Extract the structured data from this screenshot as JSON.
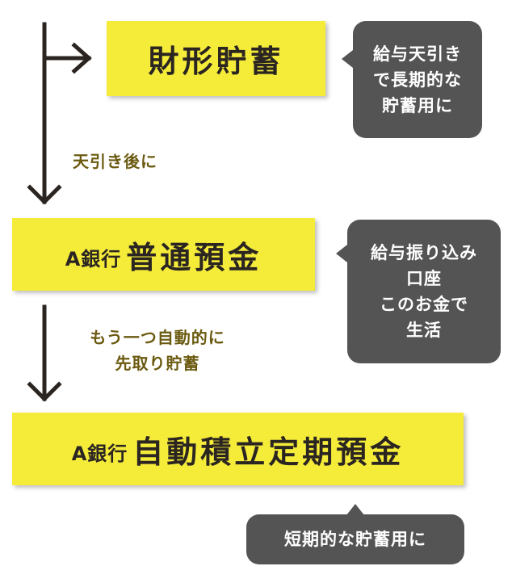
{
  "boxes": {
    "zaikei": {
      "main": "財形貯蓄"
    },
    "futsu": {
      "prefix": "A銀行",
      "main": "普通預金"
    },
    "teiki": {
      "prefix": "A銀行",
      "main": "自動積立定期預金"
    }
  },
  "bubbles": {
    "zaikei": {
      "lines": [
        "給与天引き",
        "で長期的な",
        "貯蓄用に"
      ]
    },
    "futsu": {
      "lines": [
        "給与振り込み",
        "口座",
        "このお金で",
        "生活"
      ]
    },
    "teiki": {
      "lines": [
        "短期的な貯蓄用に"
      ]
    }
  },
  "captions": {
    "after_deduction": [
      "天引き後に"
    ],
    "auto_saving": [
      "もう一つ自動的に",
      "先取り貯蓄"
    ]
  },
  "colors": {
    "box_fill": "#f5ec3a",
    "bubble_fill": "#545454",
    "arrow": "#2b2522",
    "caption_text": "#6b5a10"
  }
}
